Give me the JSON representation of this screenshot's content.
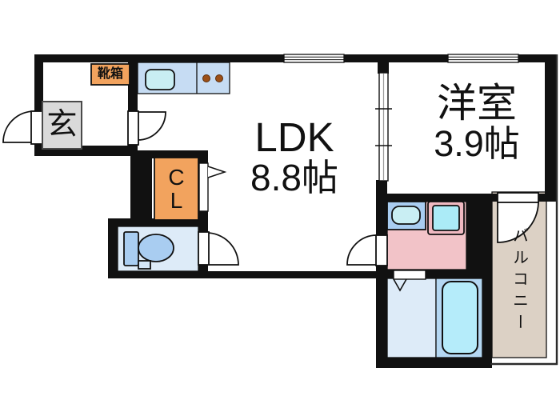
{
  "floorplan": {
    "rooms": {
      "entrance": {
        "label": "玄"
      },
      "shoe_box": {
        "label": "靴箱"
      },
      "ldk": {
        "name": "LDK",
        "size": "8.8帖"
      },
      "closet": {
        "line1": "C",
        "line2": "L"
      },
      "western_room": {
        "name": "洋室",
        "size": "3.9帖"
      },
      "balcony": {
        "label": "バルコニー"
      }
    },
    "colors": {
      "wall_black": "#111111",
      "storage_orange": "#F2A35E",
      "entrance_mat_gray": "#DADADA",
      "kitchen_counter_blue": "#C6DCF3",
      "sink_cyan": "#C9EEF3",
      "burner_brown": "#9C4F16",
      "fixture_blue": "#A9CDF1",
      "toilet_small_box_blue": "#D4E6F8",
      "wet_room_floor_blue": "#DDEBF8",
      "washroom_pink": "#F2C3C8",
      "laundry_pan_pink": "#F0B9C1",
      "laundry_pan_cyan": "#ABEBF7",
      "bathtub_zone_blue": "#B4D7F2",
      "bathtub_cyan": "#B5ECFA",
      "balcony_beige": "#DCD1C5"
    }
  }
}
